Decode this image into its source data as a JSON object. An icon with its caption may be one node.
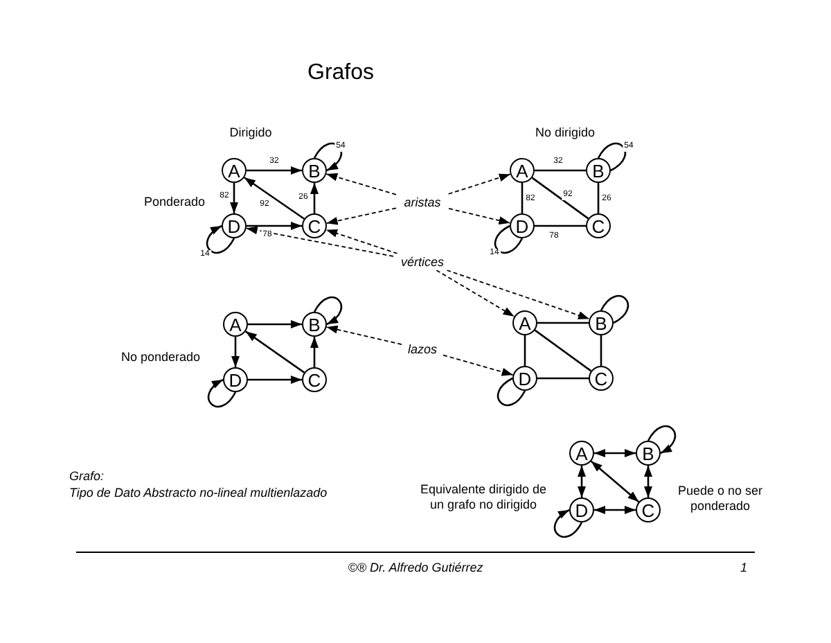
{
  "diagram": {
    "title": "Grafos",
    "nodes": [
      {
        "text": [
          "A"
        ]
      },
      {
        "text": [
          "B"
        ]
      },
      {
        "text": [
          "C"
        ]
      },
      {
        "text": [
          "D"
        ]
      },
      {
        "text": [
          "A"
        ]
      },
      {
        "text": [
          "B"
        ]
      },
      {
        "text": [
          "C"
        ]
      },
      {
        "text": [
          "D"
        ]
      },
      {
        "text": [
          "aristas"
        ]
      },
      {
        "text": [
          "vértices"
        ]
      },
      {
        "text": [
          "lazos"
        ]
      },
      {
        "text": [
          "A"
        ]
      },
      {
        "text": [
          "B"
        ]
      },
      {
        "text": [
          "C"
        ]
      },
      {
        "text": [
          "D"
        ]
      },
      {
        "text": [
          "A"
        ]
      },
      {
        "text": [
          "B"
        ]
      },
      {
        "text": [
          "C"
        ]
      },
      {
        "text": [
          "D"
        ]
      },
      {
        "text": [
          "A"
        ]
      },
      {
        "text": [
          "B"
        ]
      },
      {
        "text": [
          "C"
        ]
      },
      {
        "text": [
          "D"
        ]
      }
    ],
    "edges": [
      {
        "from": 0,
        "to": 1,
        "arrow": "to",
        "label": "32"
      },
      {
        "from": 0,
        "to": 3,
        "arrow": "to",
        "label": "82"
      },
      {
        "from": 2,
        "to": 0,
        "arrow": "to",
        "label": "92"
      },
      {
        "from": 2,
        "to": 1,
        "arrow": "to",
        "label": "26"
      },
      {
        "from": 3,
        "to": 2,
        "arrow": "to",
        "label": "78"
      },
      {
        "from": 1,
        "to": 1,
        "arrow": "to",
        "label": "54"
      },
      {
        "from": 3,
        "to": 3,
        "arrow": "to",
        "label": "14"
      },
      {
        "from": 4,
        "to": 5,
        "arrow": "none",
        "label": "32"
      },
      {
        "from": 4,
        "to": 7,
        "arrow": "none",
        "label": "82"
      },
      {
        "from": 4,
        "to": 6,
        "arrow": "none",
        "label": "92"
      },
      {
        "from": 5,
        "to": 6,
        "arrow": "none",
        "label": "26"
      },
      {
        "from": 7,
        "to": 6,
        "arrow": "none",
        "label": "78"
      },
      {
        "from": 5,
        "to": 5,
        "arrow": "none",
        "label": "54"
      },
      {
        "from": 7,
        "to": 7,
        "arrow": "none",
        "label": "14"
      },
      {
        "from": 8,
        "to": 1,
        "arrow": "to",
        "style": "dashed"
      },
      {
        "from": 8,
        "to": 2,
        "arrow": "to",
        "style": "dashed"
      },
      {
        "from": 8,
        "to": 4,
        "arrow": "to",
        "style": "dashed"
      },
      {
        "from": 8,
        "to": 7,
        "arrow": "to",
        "style": "dashed"
      },
      {
        "from": 9,
        "to": 3,
        "arrow": "to",
        "style": "dashed"
      },
      {
        "from": 9,
        "to": 2,
        "arrow": "to",
        "style": "dashed"
      },
      {
        "from": 9,
        "to": 15,
        "arrow": "to",
        "style": "dashed"
      },
      {
        "from": 9,
        "to": 16,
        "arrow": "to",
        "style": "dashed"
      },
      {
        "from": 10,
        "to": 12,
        "arrow": "to",
        "style": "dashed"
      },
      {
        "from": 10,
        "to": 18,
        "arrow": "to",
        "style": "dashed"
      },
      {
        "from": 11,
        "to": 12,
        "arrow": "to"
      },
      {
        "from": 11,
        "to": 14,
        "arrow": "to"
      },
      {
        "from": 13,
        "to": 11,
        "arrow": "to"
      },
      {
        "from": 13,
        "to": 12,
        "arrow": "to"
      },
      {
        "from": 14,
        "to": 13,
        "arrow": "to"
      },
      {
        "from": 12,
        "to": 12,
        "arrow": "to"
      },
      {
        "from": 14,
        "to": 14,
        "arrow": "to"
      },
      {
        "from": 15,
        "to": 16,
        "arrow": "none"
      },
      {
        "from": 15,
        "to": 18,
        "arrow": "none"
      },
      {
        "from": 15,
        "to": 17,
        "arrow": "none"
      },
      {
        "from": 16,
        "to": 17,
        "arrow": "none"
      },
      {
        "from": 18,
        "to": 17,
        "arrow": "none"
      },
      {
        "from": 16,
        "to": 16,
        "arrow": "none"
      },
      {
        "from": 18,
        "to": 18,
        "arrow": "none"
      },
      {
        "from": 19,
        "to": 20,
        "arrow": "both"
      },
      {
        "from": 19,
        "to": 22,
        "arrow": "both"
      },
      {
        "from": 19,
        "to": 21,
        "arrow": "both"
      },
      {
        "from": 20,
        "to": 21,
        "arrow": "both"
      },
      {
        "from": 22,
        "to": 21,
        "arrow": "both"
      },
      {
        "from": 20,
        "to": 20,
        "arrow": "to"
      },
      {
        "from": 22,
        "to": 22,
        "arrow": "to"
      }
    ],
    "labels": [
      "Dirigido",
      "No dirigido",
      "Ponderado",
      "No ponderado",
      "Grafo:",
      "Tipo de Dato Abstracto no-lineal multienlazado",
      "Equivalente dirigido de un grafo no dirigido",
      "Puede o no ser ponderado",
      "©® Dr. Alfredo Gutiérrez",
      "1"
    ]
  }
}
